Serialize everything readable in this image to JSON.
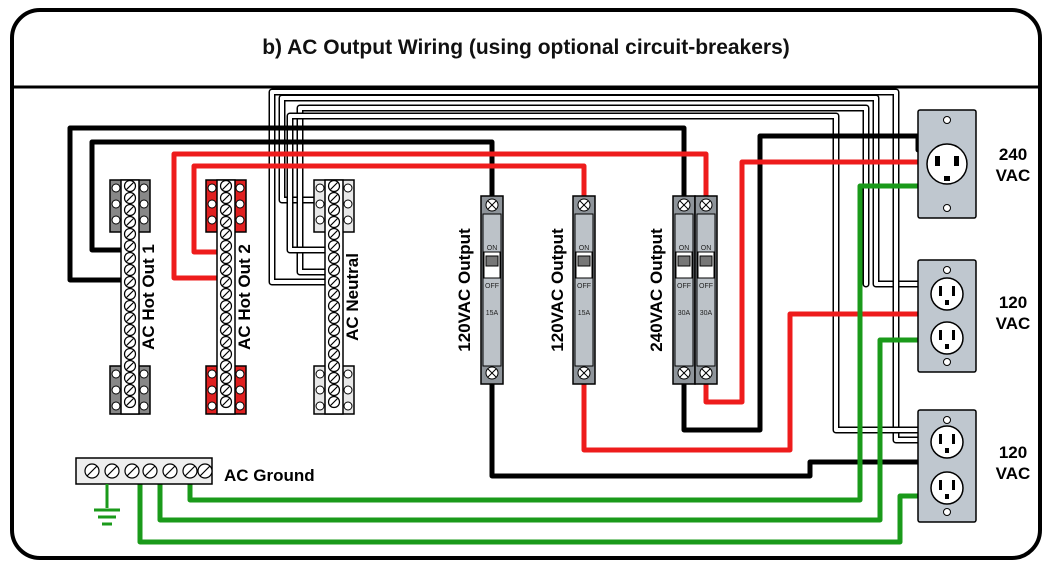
{
  "title": "b) AC Output Wiring (using optional circuit-breakers)",
  "busbars": [
    {
      "label": "AC Hot Out 1",
      "color": "#888888"
    },
    {
      "label": "AC Hot Out 2",
      "color": "#e02020"
    },
    {
      "label": "AC Neutral",
      "color": "#e8e8e8"
    }
  ],
  "breakers": [
    {
      "label": "120VAC Output",
      "rating": "15A"
    },
    {
      "label": "120VAC Output",
      "rating": "15A"
    },
    {
      "label": "240VAC Output",
      "rating": "30A"
    }
  ],
  "breaker_on": "ON",
  "breaker_off": "OFF",
  "ground_label": "AC Ground",
  "outlets": [
    {
      "line1": "240",
      "line2": "VAC"
    },
    {
      "line1": "120",
      "line2": "VAC"
    },
    {
      "line1": "120",
      "line2": "VAC"
    }
  ],
  "colors": {
    "hot1": "#000000",
    "hot2": "#ee1c1c",
    "ground": "#1a9a1a",
    "neutral": "#ffffff",
    "frame": "#000000"
  }
}
